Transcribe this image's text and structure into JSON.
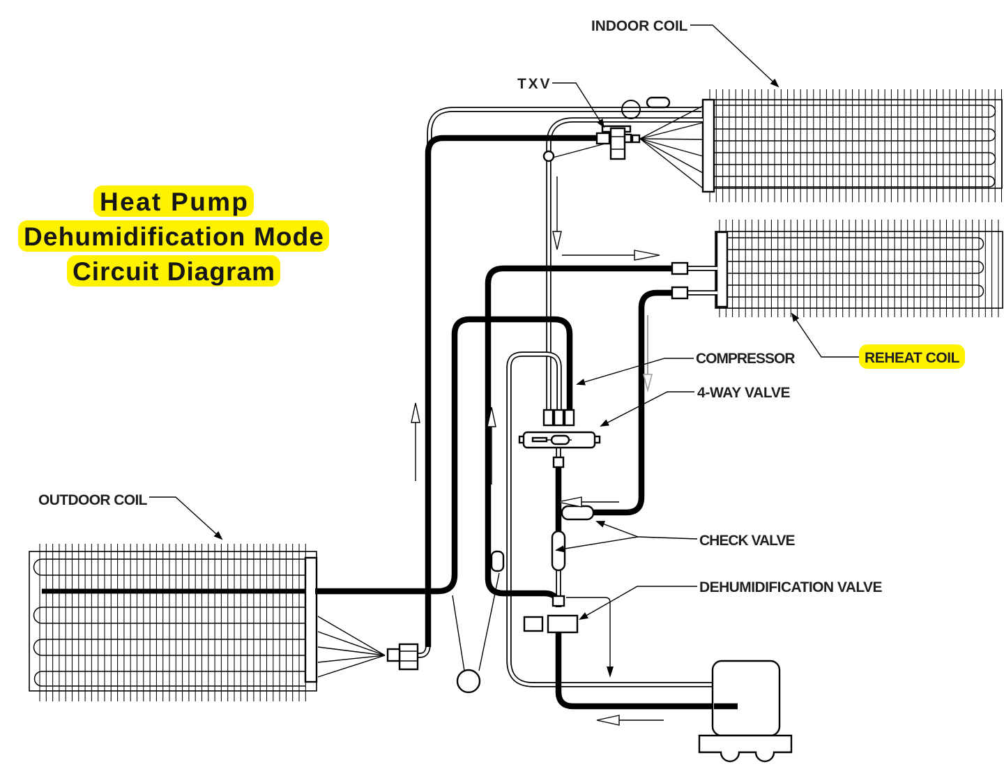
{
  "title": {
    "line1": "Heat Pump",
    "line2": "Dehumidification Mode",
    "line3": "Circuit Diagram"
  },
  "labels": {
    "indoor_coil": "INDOOR COIL",
    "txv": "TXV",
    "reheat_coil": "REHEAT COIL",
    "compressor": "COMPRESSOR",
    "four_way_valve": "4-WAY VALVE",
    "check_valve": "CHECK VALVE",
    "dehumidification_valve": "DEHUMIDIFICATION VALVE",
    "outdoor_coil": "OUTDOOR COIL"
  },
  "colors": {
    "highlight": "#FFF200",
    "line": "#000000",
    "label_text": "#1F1F1F",
    "flow_arrow_gray": "#9B9B9B"
  }
}
